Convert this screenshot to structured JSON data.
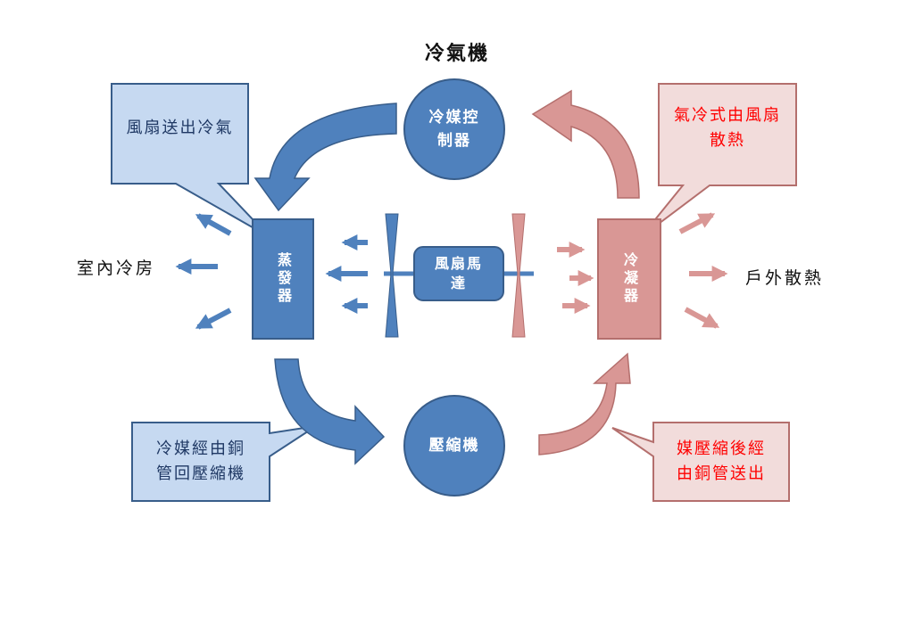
{
  "title": "冷氣機",
  "labels": {
    "indoor": "室內冷房",
    "outdoor": "戶外散熱"
  },
  "components": {
    "controller": [
      "冷媒控",
      "制器"
    ],
    "evaporator": "蒸發器",
    "fan_motor": [
      "風扇馬",
      "達"
    ],
    "condenser": "冷凝器",
    "compressor": "壓縮機"
  },
  "callouts": {
    "top_left": [
      "風扇送出冷氣"
    ],
    "top_right": [
      "氣冷式由風扇",
      "散熱"
    ],
    "bottom_left": [
      "冷媒經由銅",
      "管回壓縮機"
    ],
    "bottom_right": [
      "媒壓縮後經",
      "由銅管送出"
    ]
  },
  "colors": {
    "blue": "#4f81bd",
    "blue_border": "#385d8a",
    "light_blue": "#c6d9f1",
    "pink": "#d99795",
    "pink_border": "#b46f6d",
    "light_pink": "#f2dcdb",
    "red_text": "#ff0000",
    "blue_text": "#1f3864"
  }
}
